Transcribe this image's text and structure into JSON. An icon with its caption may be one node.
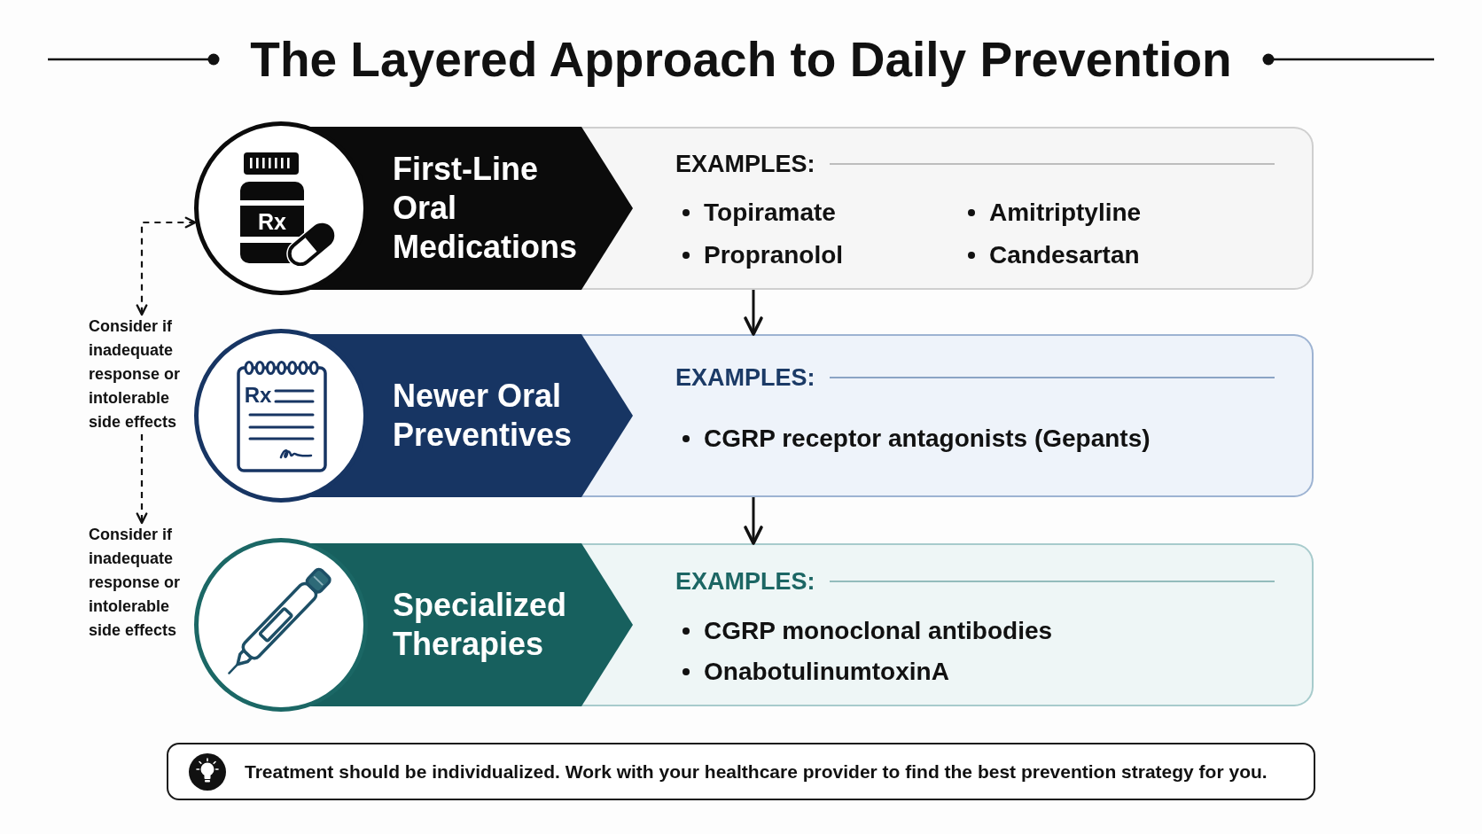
{
  "diagram": {
    "title": "The Layered Approach to Daily Prevention",
    "nodes": [
      {
        "text": [],
        "shape": "circle"
      },
      {
        "text": [
          "First-Line Oral Medications"
        ]
      },
      {
        "text": [
          "EXAMPLES:",
          "Topiramate",
          "Amitriptyline",
          "Propranolol",
          "Candesartan"
        ]
      },
      {
        "text": [
          "Consider if inadequate response or intolerable side effects"
        ]
      },
      {
        "text": [],
        "shape": "circle"
      },
      {
        "text": [
          "Newer Oral Preventives"
        ]
      },
      {
        "text": [
          "EXAMPLES:",
          "CGRP receptor antagonists (Gepants)"
        ]
      },
      {
        "text": [
          "Consider if inadequate response or intolerable side effects"
        ]
      },
      {
        "text": [],
        "shape": "circle"
      },
      {
        "text": [
          "Specialized Therapies"
        ]
      },
      {
        "text": [
          "EXAMPLES:",
          "CGRP monoclonal antibodies",
          "OnabotulinumtoxinA"
        ]
      },
      {
        "text": [
          "Treatment should be individualized. Work with your healthcare provider to find the best prevention strategy for you."
        ]
      }
    ],
    "edges": [
      {
        "from": 0,
        "to": 3,
        "arrow": "both",
        "style": "dashed"
      },
      {
        "from": 3,
        "to": 7,
        "arrow": "to",
        "style": "dashed"
      },
      {
        "from": 2,
        "to": 6,
        "arrow": "to"
      },
      {
        "from": 6,
        "to": 10,
        "arrow": "to"
      }
    ],
    "labels": [
      "Rx",
      "Rx"
    ]
  }
}
